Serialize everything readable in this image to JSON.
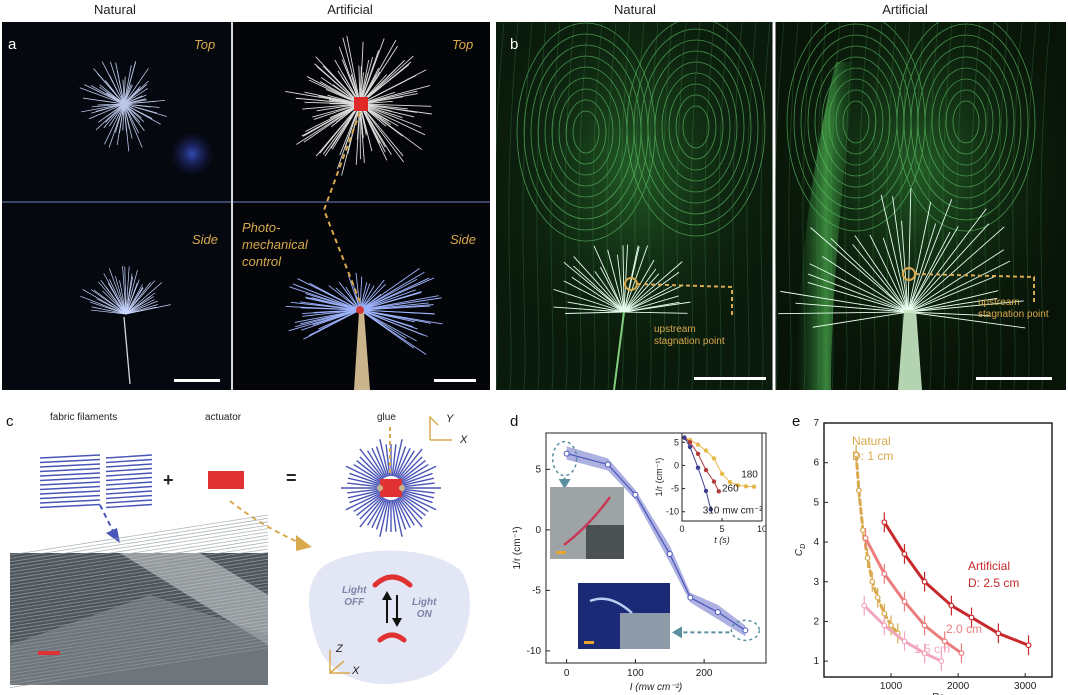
{
  "panel_a": {
    "letter": "a",
    "col_natural": "Natural",
    "col_artificial": "Artificial",
    "top_natural": "Top",
    "top_artificial": "Top",
    "side_natural": "Side",
    "side_artificial": "Side",
    "control_label": "Photo-\nmechanical\ncontrol"
  },
  "panel_b": {
    "letter": "b",
    "col_natural": "Natural",
    "col_artificial": "Artificial",
    "annotation_natural": "upstream\nstagnation point",
    "annotation_artificial": "upstream\nstagnation point"
  },
  "panel_c": {
    "letter": "c",
    "fabric_label": "fabric filaments",
    "actuator_label": "actuator",
    "glue_label": "glue",
    "plus": "+",
    "equals": "=",
    "axis_y": "Y",
    "axis_x": "X",
    "axis_z": "Z",
    "axis_x2": "X",
    "light_off": "Light\nOFF",
    "light_on": "Light\nON"
  },
  "panel_d": {
    "letter": "d",
    "chart_data": {
      "type": "line",
      "xlabel": "I (mw cm⁻²)",
      "ylabel": "1/r (cm⁻¹)",
      "xlim": [
        -30,
        290
      ],
      "ylim": [
        -11,
        8
      ],
      "xticks": [
        0,
        100,
        200
      ],
      "yticks": [
        5,
        0,
        -5,
        -10
      ],
      "x": [
        0,
        60,
        100,
        150,
        180,
        220,
        260
      ],
      "y": [
        6.3,
        5.4,
        2.9,
        -2.0,
        -5.6,
        -6.8,
        -8.3
      ],
      "band_upper": [
        6.9,
        5.9,
        3.3,
        -1.3,
        -5.2,
        -6.2,
        -7.9
      ],
      "band_lower": [
        5.8,
        4.9,
        2.5,
        -2.7,
        -6.0,
        -7.4,
        -8.8
      ],
      "inset": {
        "type": "line",
        "xlabel": "t (s)",
        "ylabel": "1/r (cm⁻¹)",
        "xlim": [
          0,
          10
        ],
        "ylim": [
          -12,
          7
        ],
        "xticks": [
          0,
          5,
          10
        ],
        "yticks": [
          5,
          0,
          -5,
          -10
        ],
        "series": [
          {
            "name": "180",
            "color": "#e8b84a",
            "x": [
              0.3,
              1.0,
              2.0,
              3.0,
              4.0,
              5.0,
              6.0,
              7.0,
              8.0,
              9.0
            ],
            "y": [
              6.0,
              5.5,
              4.5,
              3.2,
              1.5,
              -1.8,
              -3.6,
              -4.3,
              -4.5,
              -4.6
            ]
          },
          {
            "name": "260",
            "color": "#b03a3a",
            "x": [
              0.3,
              1.0,
              2.0,
              3.0,
              4.0,
              4.6
            ],
            "y": [
              6.0,
              5.0,
              2.5,
              -1.0,
              -3.5,
              -5.6
            ]
          },
          {
            "name": "310 mw cm⁻²",
            "color": "#3c3f8f",
            "x": [
              0.3,
              1.0,
              2.0,
              3.0,
              3.6
            ],
            "y": [
              6.0,
              4.0,
              -0.5,
              -5.5,
              -9.5
            ]
          }
        ]
      }
    }
  },
  "panel_e": {
    "letter": "e",
    "chart_data": {
      "type": "line",
      "xlabel": "Re",
      "ylabel": "C_D",
      "xlim": [
        0,
        3400
      ],
      "ylim": [
        0.6,
        7
      ],
      "xticks": [
        1000,
        2000,
        3000
      ],
      "yticks": [
        1,
        2,
        3,
        4,
        5,
        6,
        7
      ],
      "series": [
        {
          "name": "Natural D: 1 cm",
          "color": "#d9a94e",
          "dashed": true,
          "x": [
            480,
            520,
            580,
            650,
            720,
            800,
            900,
            1000,
            1100
          ],
          "y": [
            6.2,
            5.3,
            4.3,
            3.6,
            3.0,
            2.6,
            2.2,
            1.9,
            1.7
          ]
        },
        {
          "name": "Artificial D: 2.5 cm",
          "color": "#c8282b",
          "x": [
            900,
            1200,
            1500,
            1900,
            2200,
            2600,
            3050
          ],
          "y": [
            4.5,
            3.7,
            3.0,
            2.4,
            2.1,
            1.7,
            1.4
          ]
        },
        {
          "name": "2.0 cm",
          "color": "#ec7d7d",
          "x": [
            620,
            900,
            1200,
            1500,
            1800,
            2050
          ],
          "y": [
            4.1,
            3.2,
            2.5,
            1.9,
            1.5,
            1.2
          ]
        },
        {
          "name": "1.5 cm",
          "color": "#f3a6bc",
          "x": [
            600,
            900,
            1200,
            1500,
            1750
          ],
          "y": [
            2.4,
            1.9,
            1.5,
            1.2,
            1.0
          ]
        }
      ],
      "annotations": {
        "natural": "Natural",
        "natural_d": "D: 1 cm",
        "artificial": "Artificial",
        "artificial_d": "D: 2.5 cm",
        "d20": "2.0 cm",
        "d15": "1.5 cm"
      }
    }
  }
}
